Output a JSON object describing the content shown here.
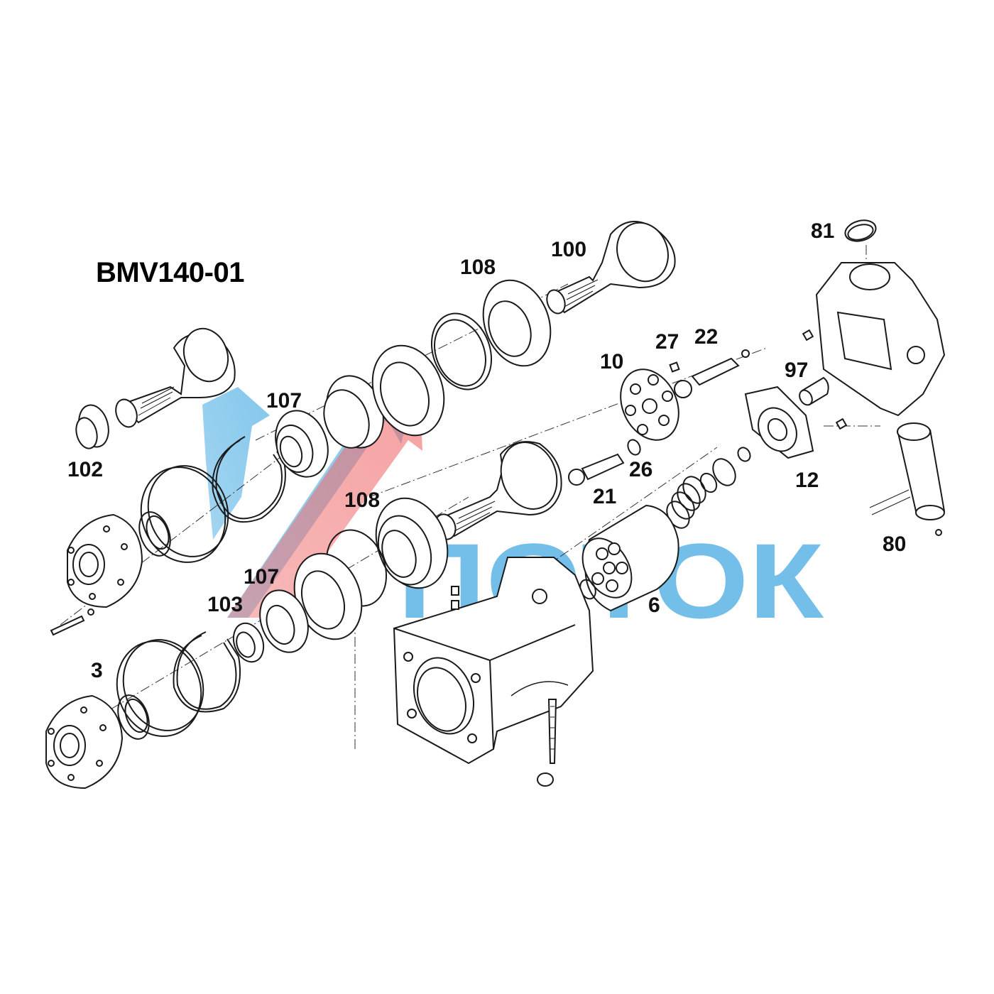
{
  "title": "BMV140-01",
  "watermark": {
    "text": "ПОТОК",
    "color": "#5AB4E6",
    "arrow_colors": [
      "#F06B6B",
      "#6FB8E8"
    ]
  },
  "colors": {
    "line": "#1a1a1a",
    "background": "#ffffff"
  },
  "callouts": [
    "100",
    "108",
    "81",
    "27",
    "22",
    "10",
    "97",
    "107",
    "102",
    "26",
    "12",
    "21",
    "108",
    "80",
    "107",
    "103",
    "6",
    "3"
  ]
}
